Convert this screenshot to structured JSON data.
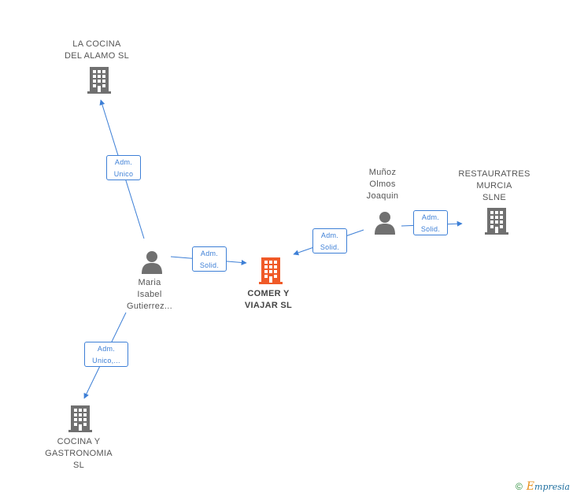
{
  "colors": {
    "company": "#707070",
    "focus_company": "#f05a28",
    "person": "#707070",
    "edge": "#3d7fd6",
    "text": "#555555"
  },
  "nodes": {
    "la_cocina": {
      "type": "company",
      "icon": "building-icon",
      "lines": [
        "LA COCINA",
        "DEL ALAMO SL"
      ]
    },
    "comer_y_viajar": {
      "type": "company",
      "focus": true,
      "icon": "building-icon",
      "lines": [
        "COMER Y",
        "VIAJAR SL"
      ]
    },
    "restauratres": {
      "type": "company",
      "icon": "building-icon",
      "lines": [
        "RESTAURATRES",
        "MURCIA",
        "SLNE"
      ]
    },
    "cocina_gastronomia": {
      "type": "company",
      "icon": "building-icon",
      "lines": [
        "COCINA Y",
        "GASTRONOMIA",
        "SL"
      ]
    },
    "maria": {
      "type": "person",
      "icon": "person-icon",
      "lines": [
        "Maria",
        "Isabel",
        "Gutierrez..."
      ]
    },
    "munoz": {
      "type": "person",
      "icon": "person-icon",
      "lines": [
        "Muñoz",
        "Olmos",
        "Joaquin"
      ]
    }
  },
  "edges": {
    "maria_to_la_cocina": {
      "lines": [
        "Adm.",
        "Unico"
      ]
    },
    "maria_to_comer": {
      "lines": [
        "Adm.",
        "Solid."
      ]
    },
    "munoz_to_comer": {
      "lines": [
        "Adm.",
        "Solid."
      ]
    },
    "munoz_to_restauratres": {
      "lines": [
        "Adm.",
        "Solid."
      ]
    },
    "maria_to_cocina_gastronomia": {
      "lines": [
        "Adm.",
        "Unico,..."
      ]
    }
  },
  "footer": {
    "copyright": "©",
    "brand_e": "E",
    "brand_rest": "mpresia"
  }
}
